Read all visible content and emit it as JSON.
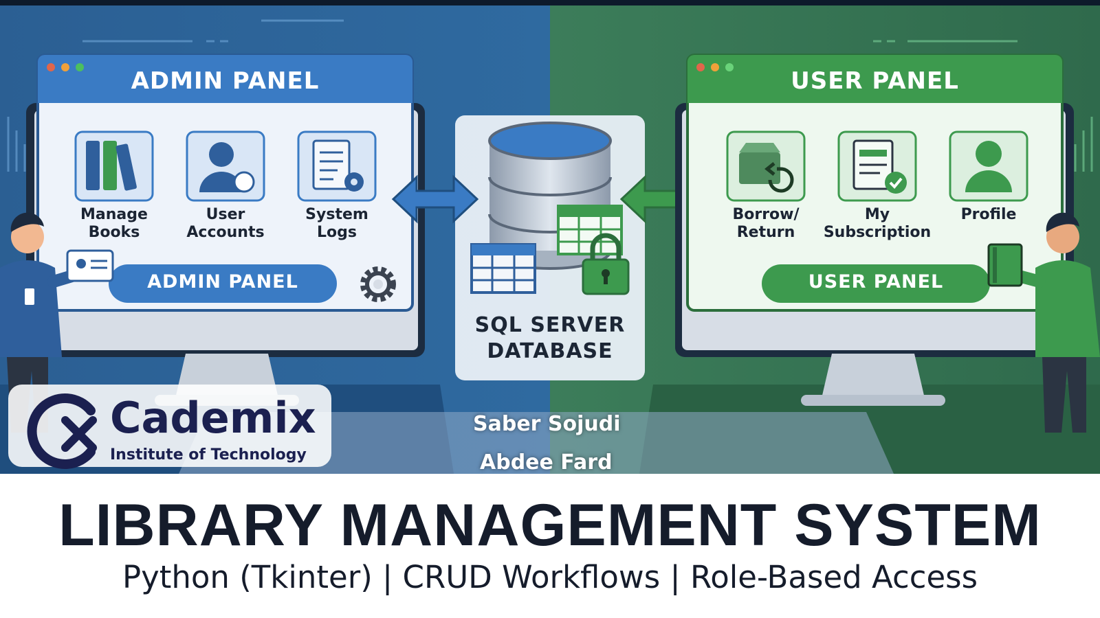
{
  "admin_panel": {
    "title": "ADMIN PANEL",
    "items": [
      {
        "label_lines": [
          "Manage",
          "Books"
        ],
        "icon": "books-icon"
      },
      {
        "label_lines": [
          "User",
          "Accounts"
        ],
        "icon": "user-account-icon"
      },
      {
        "label_lines": [
          "System",
          "Logs"
        ],
        "icon": "system-logs-icon"
      }
    ],
    "button_label": "ADMIN PANEL"
  },
  "user_panel": {
    "title": "USER PANEL",
    "items": [
      {
        "label_lines": [
          "Borrow/",
          "Return"
        ],
        "icon": "borrow-return-icon"
      },
      {
        "label_lines": [
          "My",
          "Subscription"
        ],
        "icon": "subscription-icon"
      },
      {
        "label_lines": [
          "Profile"
        ],
        "icon": "profile-icon"
      }
    ],
    "button_label": "USER PANEL"
  },
  "database": {
    "label_lines": [
      "SQL SERVER",
      "DATABASE"
    ]
  },
  "authors": [
    "Saber Sojudi",
    "Abdee Fard"
  ],
  "brand": {
    "name": "Cademix",
    "tagline": "Institute of Technology"
  },
  "title": "LIBRARY MANAGEMENT SYSTEM",
  "subtitle": "Python (Tkinter) | CRUD Workflows | Role-Based Access",
  "colors": {
    "admin_blue": "#3a7bc4",
    "user_green": "#3d9a4e",
    "navy": "#1b2050"
  }
}
